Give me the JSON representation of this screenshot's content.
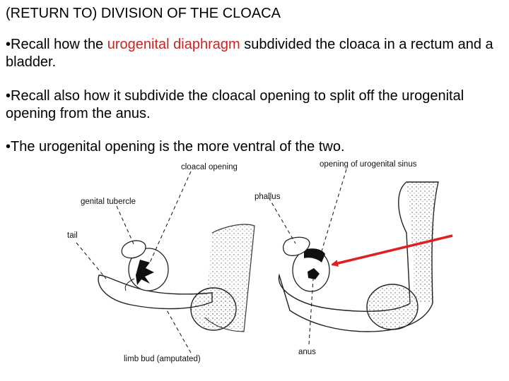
{
  "slide": {
    "title": "(RETURN TO) DIVISION OF THE CLOACA",
    "bullets": [
      {
        "prefix": "•Recall how the ",
        "highlight": "urogenital diaphragm",
        "suffix": " subdivided the cloaca in a rectum and a bladder."
      },
      {
        "text": "•Recall also how it subdivide the cloacal opening to split off the urogenital opening from the anus."
      },
      {
        "text": "•The urogenital opening is the more ventral of the two."
      }
    ],
    "colors": {
      "highlight": "#cc2222",
      "arrow": "#e02020"
    }
  },
  "figure": {
    "labels": {
      "cloacal_opening": "cloacal opening",
      "opening_urogenital_sinus": "opening of urogenital sinus",
      "genital_tubercle": "genital tubercle",
      "phallus": "phallus",
      "tail": "tail",
      "limb_bud": "limb bud (amputated)",
      "anus": "anus"
    }
  }
}
